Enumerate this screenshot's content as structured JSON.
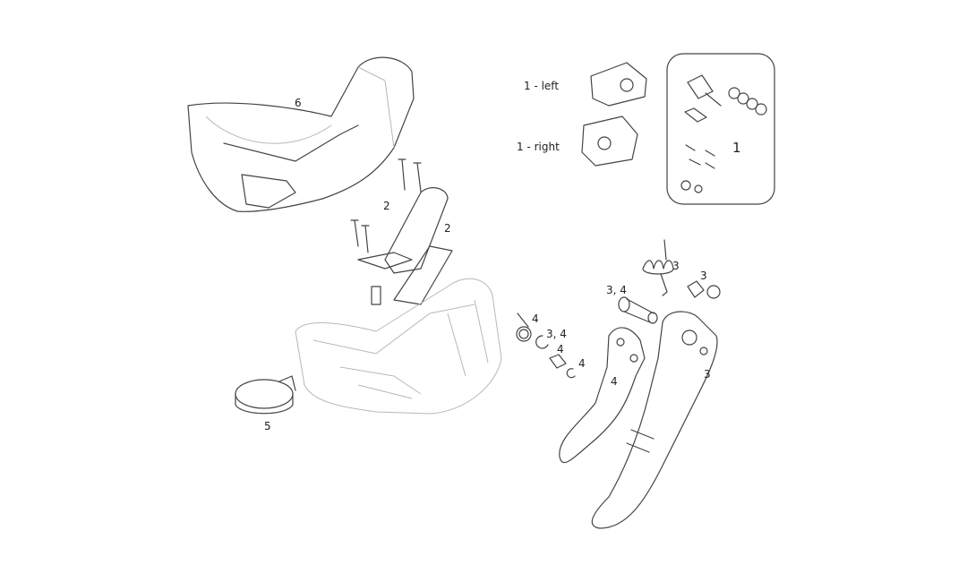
{
  "diagram": {
    "labels": {
      "hood": "6",
      "bolt_left_screws": "2",
      "bracket_right": "2",
      "clamp_left": "1 - left",
      "clamp_right": "1 - right",
      "kit": "1",
      "spring_top": "3",
      "pivot_nut": "3",
      "pin": "3, 4",
      "small_spring": "4",
      "clip": "3, 4",
      "bushing": "4",
      "e_clip": "4",
      "shift_lever": "4",
      "brake_lever": "3",
      "band_clamp": "5"
    },
    "colors": {
      "line": "#444444",
      "ghost": "#b8b8b8"
    }
  }
}
